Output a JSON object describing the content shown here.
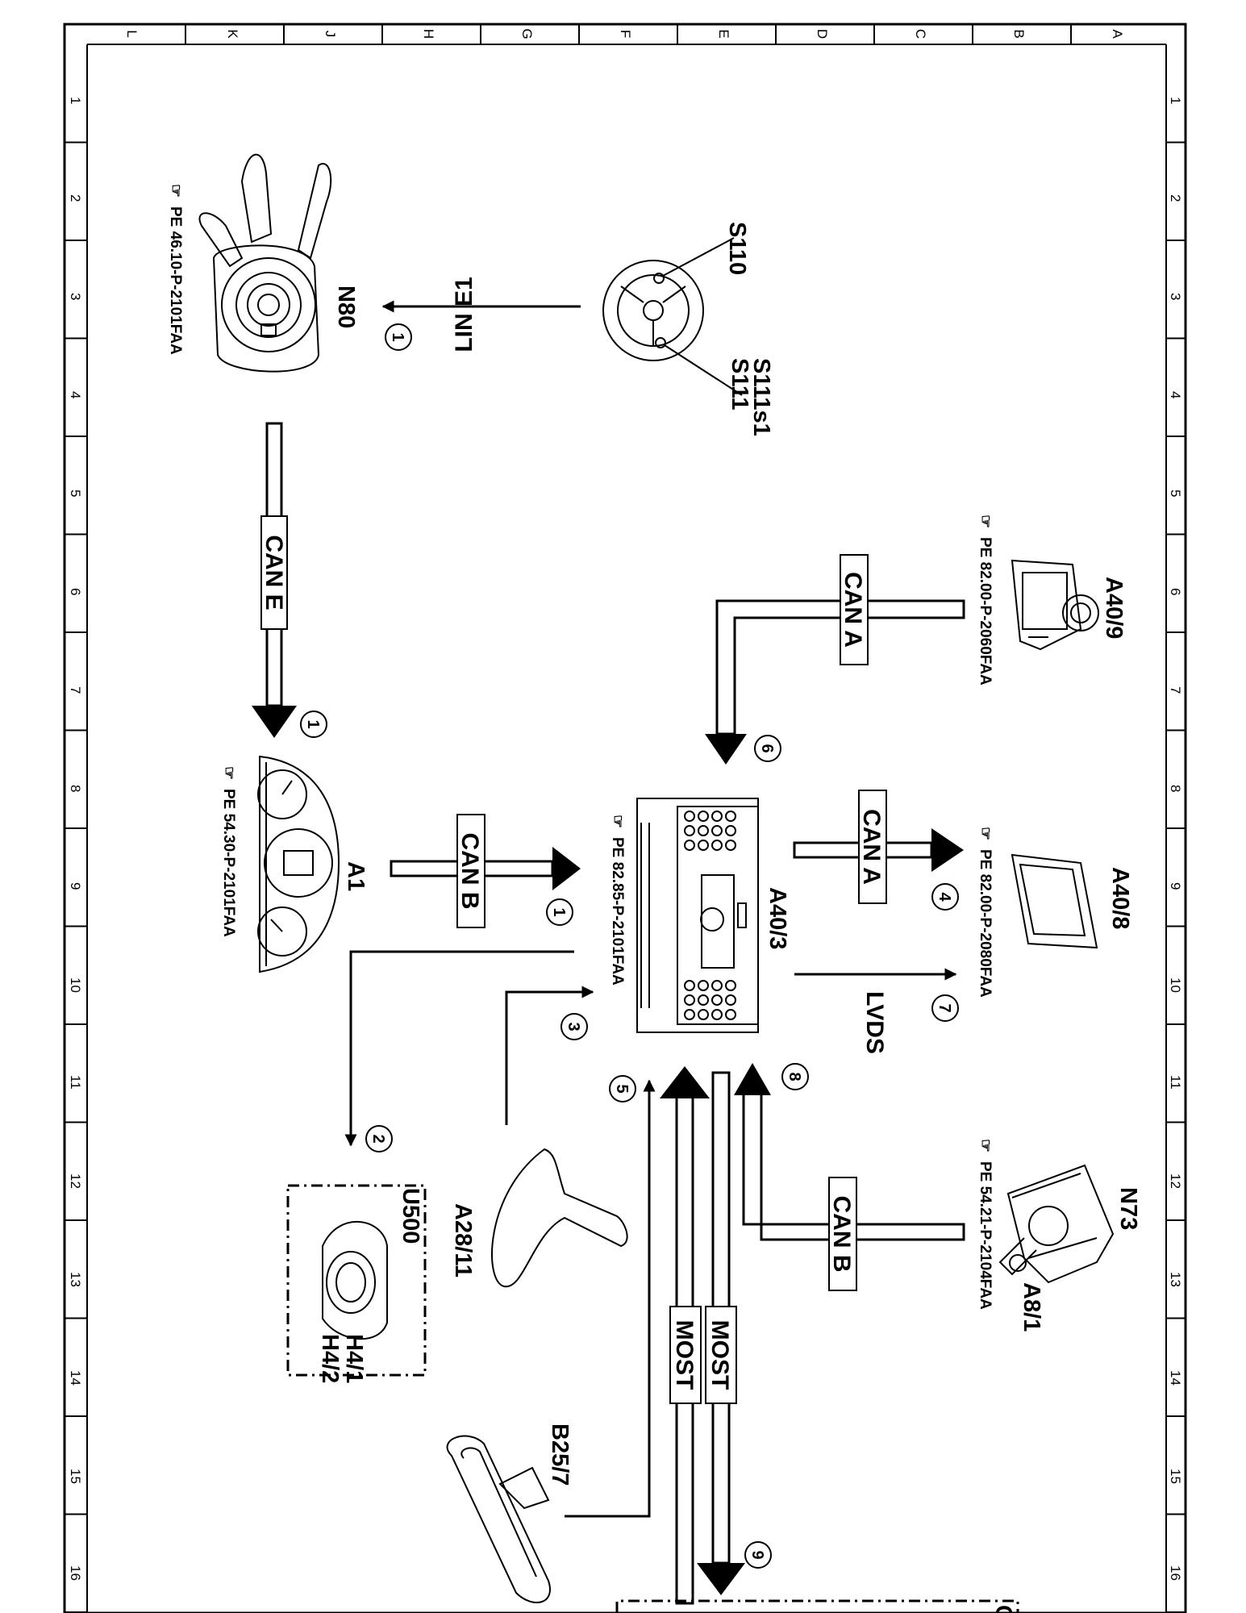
{
  "frame": {
    "column_letters": [
      "L",
      "K",
      "J",
      "H",
      "G",
      "F",
      "E",
      "D",
      "C",
      "B",
      "A"
    ],
    "row_numbers": [
      "1",
      "2",
      "3",
      "4",
      "5",
      "6",
      "7",
      "8",
      "9",
      "10",
      "11",
      "12",
      "13",
      "14",
      "15",
      "16"
    ]
  },
  "components": {
    "n80": {
      "label": "N80",
      "ref": "PE 46.10-P-2101FAA"
    },
    "s110": {
      "label": "S110"
    },
    "s111": {
      "label_line1": "S111s1",
      "label_line2": "S111"
    },
    "a40_9": {
      "label": "A40/9",
      "ref": "PE 82.00-P-2060FAA"
    },
    "a1": {
      "label": "A1",
      "ref": "PE 54.30-P-2101FAA"
    },
    "a40_3": {
      "label": "A40/3",
      "ref": "PE 82.85-P-2101FAA"
    },
    "a40_8": {
      "label": "A40/8",
      "ref": "PE 82.00-P-2080FAA"
    },
    "n73": {
      "label": "N73",
      "ref": "PE 54.21-P-2104FAA"
    },
    "a8_1": {
      "label": "A8/1"
    },
    "a28_11": {
      "label": "A28/11"
    },
    "u500": {
      "label": "U500"
    },
    "h4": {
      "label_line1": "H4/1",
      "label_line2": "H4/2"
    },
    "b25_7": {
      "label": "B25/7"
    }
  },
  "buses": {
    "lin_e1": "LIN E1",
    "can_e": "CAN E",
    "can_a_top": "CAN A",
    "can_b_a1": "CAN B",
    "can_a_right": "CAN A",
    "lvds": "LVDS",
    "can_b_n73": "CAN B",
    "most_left": "MOST",
    "most_right": "MOST"
  },
  "markers": {
    "m_lin": "1",
    "m_can_e": "1",
    "m_can_a_top": "6",
    "m_can_b": "1",
    "m_can_a_right": "4",
    "m_lvds": "7",
    "m_2": "2",
    "m_3": "3",
    "m_5": "5",
    "m_8": "8",
    "m_9": "9"
  },
  "partial_label": "C"
}
